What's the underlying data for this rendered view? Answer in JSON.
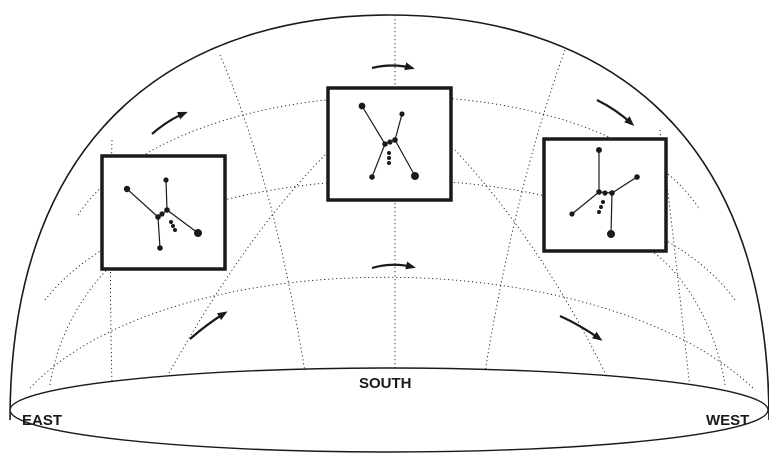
{
  "labels": {
    "south": "SOUTH",
    "east": "EAST",
    "west": "WEST"
  },
  "colors": {
    "ink": "#1a1a1a",
    "background": "#ffffff"
  }
}
